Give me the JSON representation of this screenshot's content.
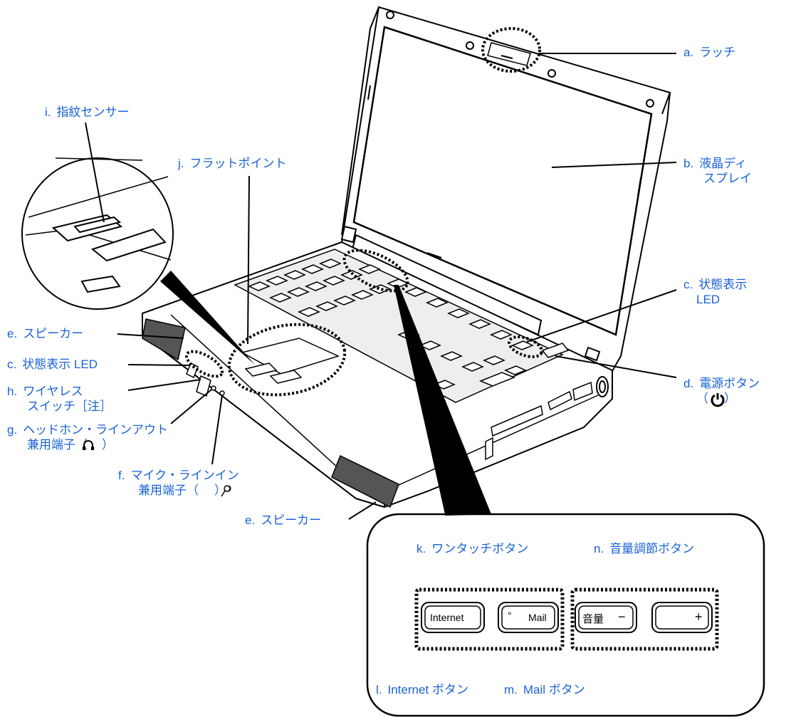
{
  "callouts": {
    "a": {
      "key": "a.",
      "text": "ラッチ"
    },
    "b": {
      "key": "b.",
      "line1": "液晶ディ",
      "line2": "スプレイ"
    },
    "c_right": {
      "key": "c.",
      "line1": "状態表示",
      "line2": "LED"
    },
    "d": {
      "key": "d.",
      "text": "電源ボタン",
      "paren_open": "（",
      "paren_close": "）"
    },
    "i": {
      "key": "i.",
      "text": "指紋センサー"
    },
    "j": {
      "key": "j.",
      "text": "フラットポイント"
    },
    "e_left": {
      "key": "e.",
      "text": "スピーカー"
    },
    "c_left": {
      "key": "c.",
      "text": "状態表示 LED"
    },
    "h": {
      "key": "h.",
      "line1": "ワイヤレス",
      "line2": "スイッチ［注］"
    },
    "g": {
      "key": "g.",
      "line1": "ヘッドホン・ラインアウト",
      "line2": "兼用端子（",
      "line2_end": "）"
    },
    "f": {
      "key": "f.",
      "line1": "マイク・ラインイン",
      "line2": "兼用端子（",
      "line2_end": "）"
    },
    "e_bottom": {
      "key": "e.",
      "text": "スピーカー"
    },
    "k": {
      "key": "k.",
      "text": "ワンタッチボタン"
    },
    "n": {
      "key": "n.",
      "text": "音量調節ボタン"
    },
    "l": {
      "key": "l.",
      "text": "Internet ボタン"
    },
    "m": {
      "key": "m.",
      "text": "Mail ボタン"
    }
  },
  "buttons": {
    "internet": "Internet",
    "mail": "Mail",
    "mail_dot": "°",
    "volume": "音量",
    "minus": "−",
    "plus": "+"
  },
  "colors": {
    "label": "#1a63d8",
    "line": "#000000"
  }
}
